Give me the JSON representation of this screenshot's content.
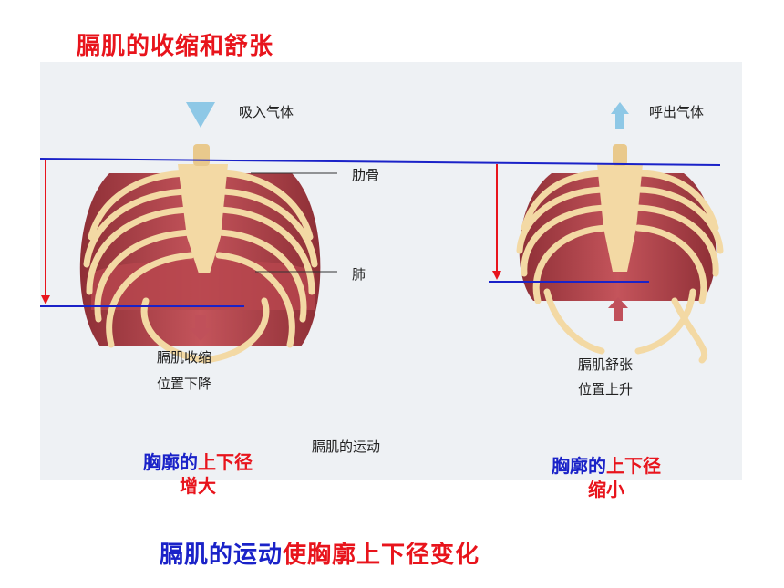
{
  "title": "膈肌的收缩和舒张",
  "figure": {
    "inhale": "吸入气体",
    "exhale": "呼出气体",
    "rib": "肋骨",
    "lung": "肺",
    "contract_line1": "膈肌收缩",
    "contract_line2": "位置下降",
    "relax_line1": "膈肌舒张",
    "relax_line2": "位置上升",
    "caption": "膈肌的运动"
  },
  "left_caption": {
    "prefix": "胸廓的",
    "highlight": "上下径",
    "line2": "增大"
  },
  "right_caption": {
    "prefix": "胸廓的",
    "highlight": "上下径",
    "line2": "缩小"
  },
  "bottom": {
    "part1": "膈肌的运动",
    "part2": "使胸廓上下径变化"
  },
  "colors": {
    "red": "#e8141c",
    "blue": "#1a22c8",
    "rib": "#f3d9a4",
    "muscle": "#b5414a"
  }
}
